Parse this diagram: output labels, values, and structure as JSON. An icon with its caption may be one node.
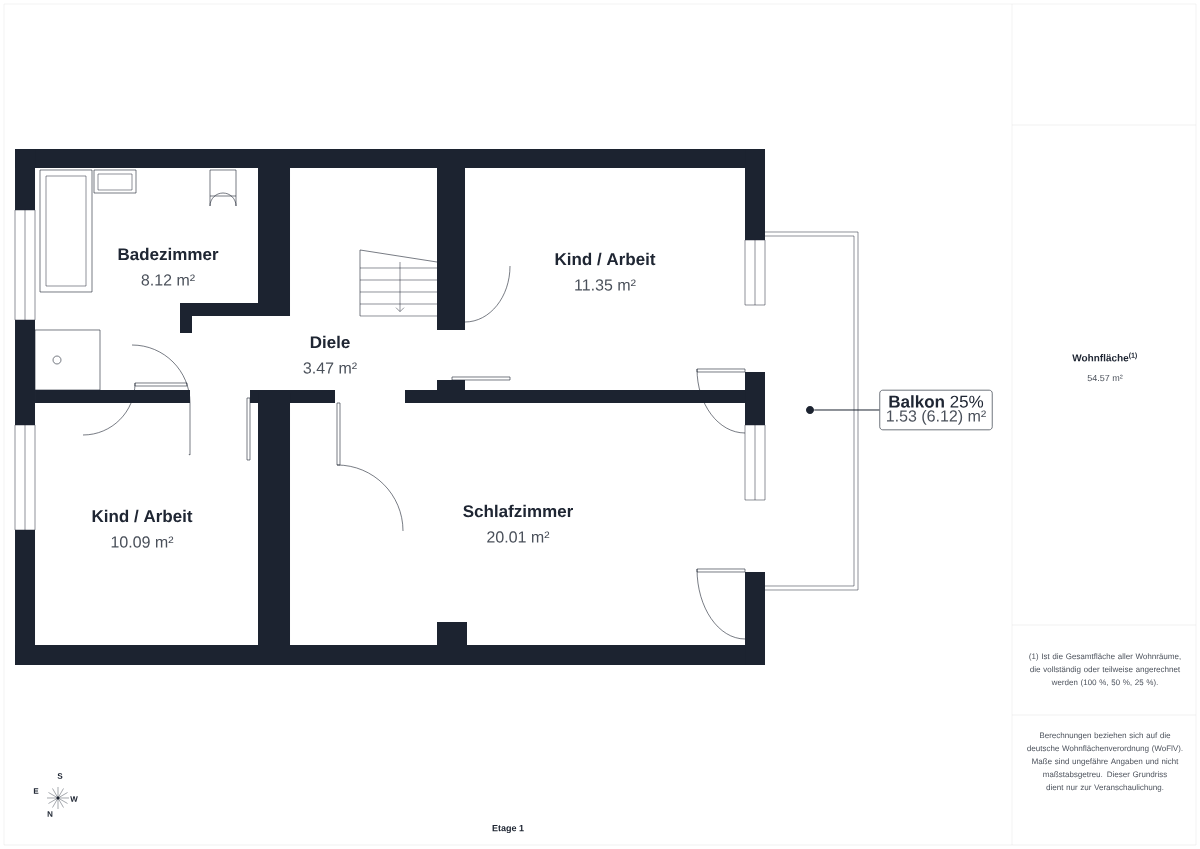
{
  "diagram": {
    "nodes": [
      {
        "text": [
          "**Balkon** 25%",
          "1.53 (6.12) m²"
        ]
      },
      {
        "text": [],
        "shape": "circle"
      }
    ],
    "edges": [
      {
        "from": 0,
        "to": 1,
        "arrow": "none"
      }
    ],
    "labels": [
      "Badezimmer",
      "8.12 m²",
      "Diele",
      "3.47 m²",
      "Kind / Arbeit",
      "11.35 m²",
      "Kind / Arbeit",
      "10.09 m²",
      "Schlafzimmer",
      "20.01 m²",
      "Wohnfläche$^{(1)}$",
      "54.57 m²",
      "(1) Ist die Gesamtfläche aller Wohnräume, die vollständig oder teilweise angerechnet werden (100 %, 50 %, 25 %).",
      "Berechnungen beziehen sich auf die deutsche Wohnflächenverordnung (WoFlV). Maße sind ungefähre Angaben und nicht maßstabsgetreu. Dieser Grundriss dient nur zur Veranschaulichung.",
      "S",
      "E",
      "W",
      "N",
      "Etage 1"
    ]
  }
}
